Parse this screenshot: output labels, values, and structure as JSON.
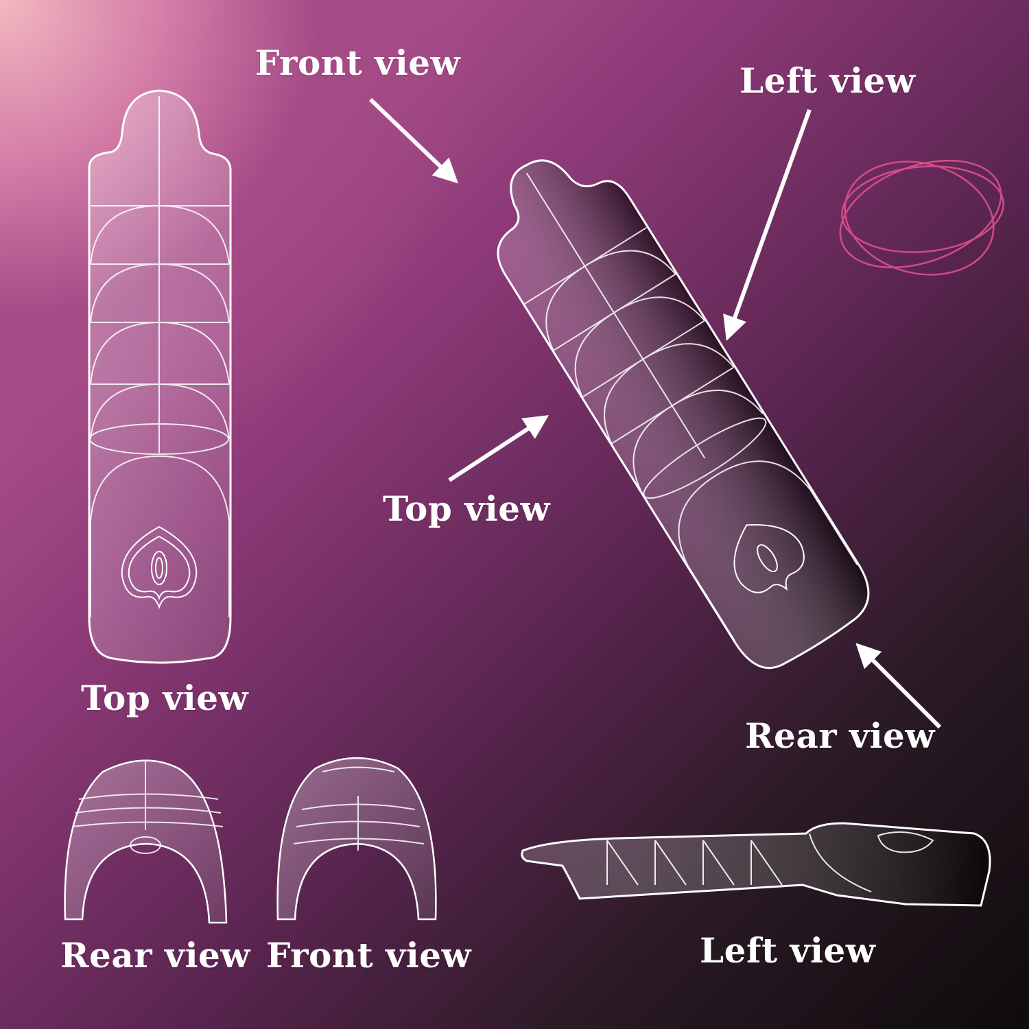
{
  "labels": {
    "front_view_top": "Front view",
    "left_view_top": "Left view",
    "top_view_center": "Top view",
    "top_view_left": "Top view",
    "rear_view_right": "Rear view",
    "rear_view_bottom": "Rear view",
    "front_view_bottom": "Front view",
    "left_view_bottom": "Left view"
  },
  "colors": {
    "background_light": "#f2b8c0",
    "background_mid": "#8e3a78",
    "background_dark": "#0e0b0d",
    "outline": "#ffffff",
    "accent_rings": "#e0508c"
  }
}
